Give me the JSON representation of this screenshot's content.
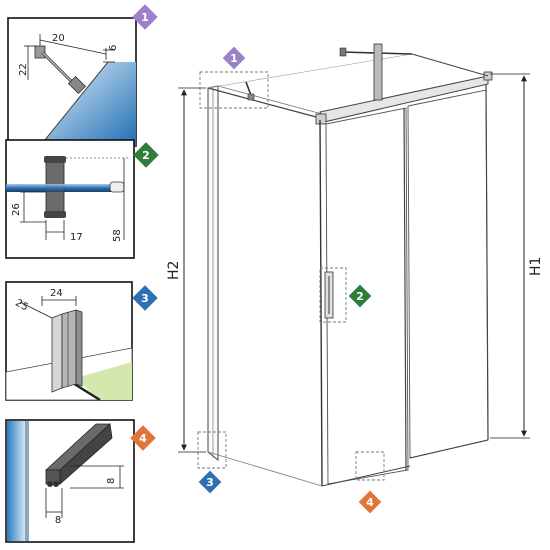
{
  "detail_panels": [
    {
      "id": "panel-1",
      "badge": "1",
      "color": "#9b82c8",
      "dims": {
        "top": "20",
        "right": "6",
        "left": "22"
      }
    },
    {
      "id": "panel-2",
      "badge": "2",
      "color": "#2e7d3a",
      "dims": {
        "height": "26",
        "width": "17",
        "overall": "58"
      }
    },
    {
      "id": "panel-3",
      "badge": "3",
      "color": "#2f6fb3",
      "dims": {
        "diag": "25",
        "top": "24"
      }
    },
    {
      "id": "panel-4",
      "badge": "4",
      "color": "#e2743a",
      "dims": {
        "height": "8",
        "width": "8"
      }
    }
  ],
  "main_view": {
    "H1": "H1",
    "H2": "H2",
    "markers": [
      {
        "badge": "1",
        "color": "#9b82c8"
      },
      {
        "badge": "2",
        "color": "#2e7d3a"
      },
      {
        "badge": "3",
        "color": "#2f6fb3"
      },
      {
        "badge": "4",
        "color": "#e2743a"
      }
    ]
  }
}
